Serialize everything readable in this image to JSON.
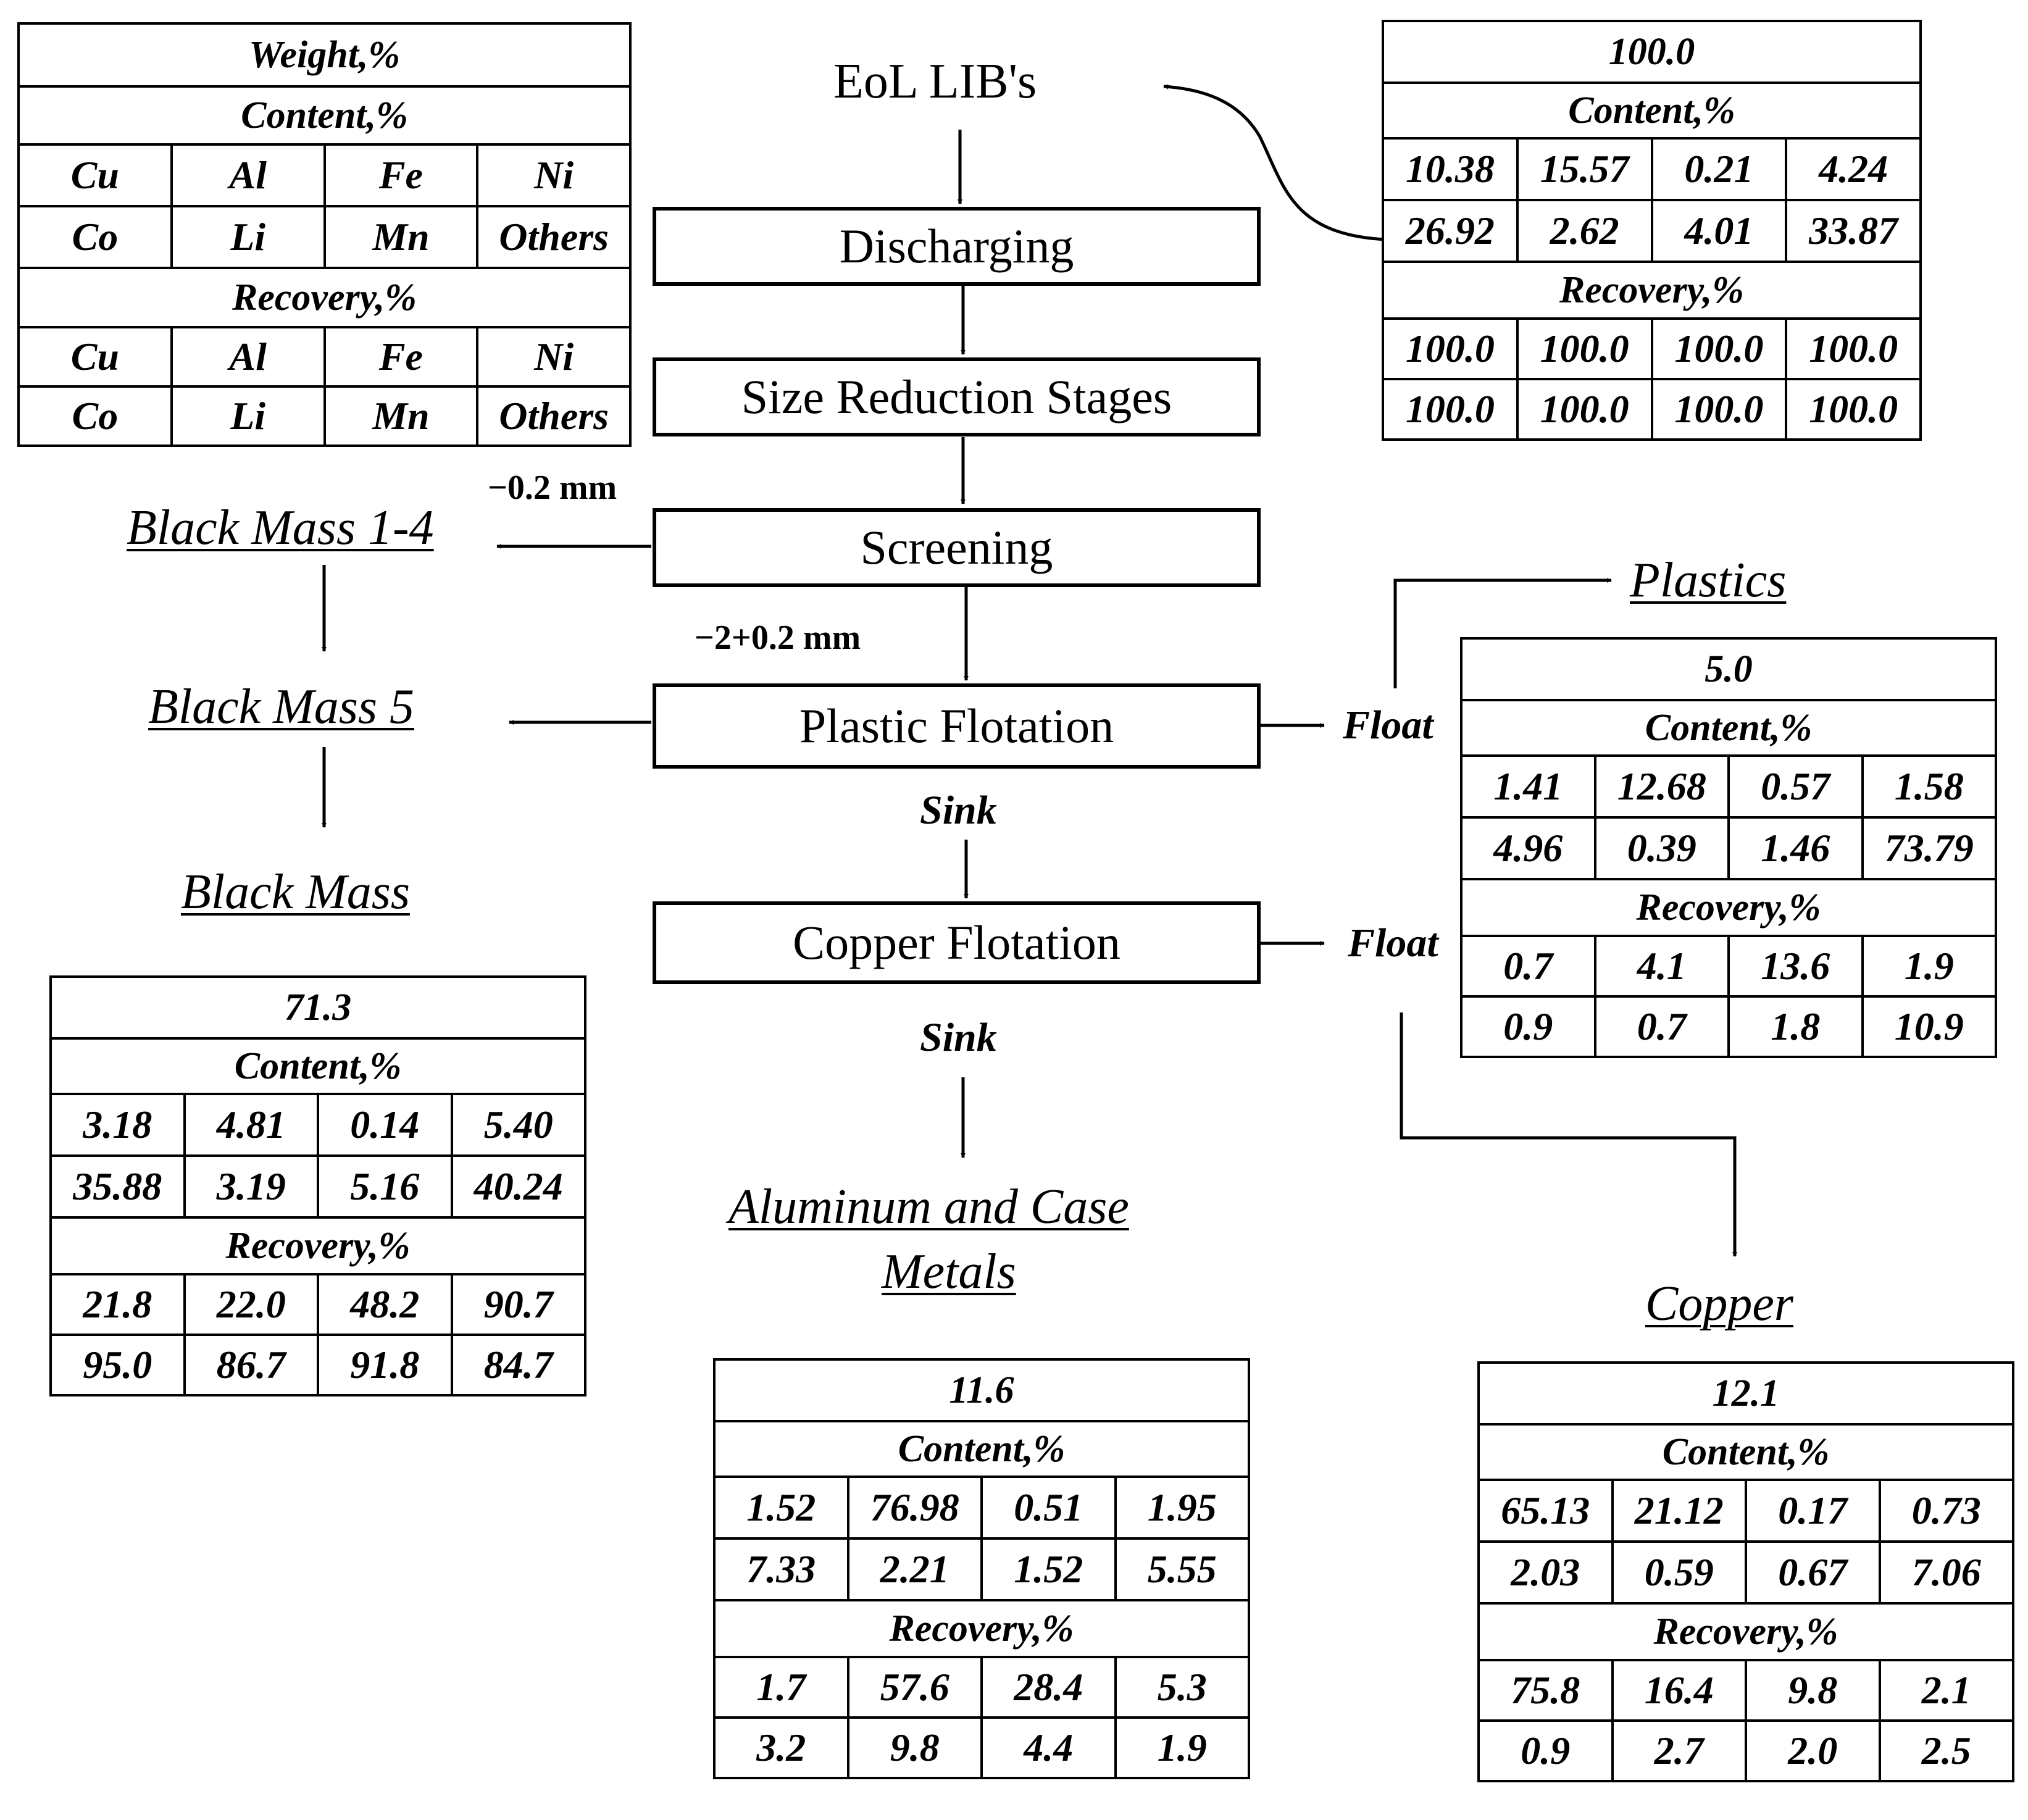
{
  "flow": {
    "source": "EoL LIB's",
    "steps": [
      "Discharging",
      "Size Reduction Stages",
      "Screening",
      "Plastic Flotation",
      "Copper Flotation"
    ],
    "screen_fine": "−0.2 mm",
    "screen_coarse": "−2+0.2 mm",
    "float_label": "Float",
    "sink_label": "Sink",
    "products": {
      "black_mass_1_4": "Black Mass 1-4",
      "black_mass_5": "Black Mass 5",
      "black_mass": "Black Mass",
      "plastics": "Plastics",
      "aluminum_line1": "Aluminum and Case",
      "aluminum_line2": "Metals",
      "copper": "Copper"
    }
  },
  "legend": {
    "weight_label": "Weight,%",
    "content_label": "Content,%",
    "recovery_label": "Recovery,%",
    "row1": [
      "Cu",
      "Al",
      "Fe",
      "Ni"
    ],
    "row2": [
      "Co",
      "Li",
      "Mn",
      "Others"
    ]
  },
  "tables": {
    "feed": {
      "weight": "100.0",
      "content": [
        [
          "10.38",
          "15.57",
          "0.21",
          "4.24"
        ],
        [
          "26.92",
          "2.62",
          "4.01",
          "33.87"
        ]
      ],
      "recovery": [
        [
          "100.0",
          "100.0",
          "100.0",
          "100.0"
        ],
        [
          "100.0",
          "100.0",
          "100.0",
          "100.0"
        ]
      ]
    },
    "plastics": {
      "weight": "5.0",
      "content": [
        [
          "1.41",
          "12.68",
          "0.57",
          "1.58"
        ],
        [
          "4.96",
          "0.39",
          "1.46",
          "73.79"
        ]
      ],
      "recovery": [
        [
          "0.7",
          "4.1",
          "13.6",
          "1.9"
        ],
        [
          "0.9",
          "0.7",
          "1.8",
          "10.9"
        ]
      ]
    },
    "black_mass": {
      "weight": "71.3",
      "content": [
        [
          "3.18",
          "4.81",
          "0.14",
          "5.40"
        ],
        [
          "35.88",
          "3.19",
          "5.16",
          "40.24"
        ]
      ],
      "recovery": [
        [
          "21.8",
          "22.0",
          "48.2",
          "90.7"
        ],
        [
          "95.0",
          "86.7",
          "91.8",
          "84.7"
        ]
      ]
    },
    "aluminum": {
      "weight": "11.6",
      "content": [
        [
          "1.52",
          "76.98",
          "0.51",
          "1.95"
        ],
        [
          "7.33",
          "2.21",
          "1.52",
          "5.55"
        ]
      ],
      "recovery": [
        [
          "1.7",
          "57.6",
          "28.4",
          "5.3"
        ],
        [
          "3.2",
          "9.8",
          "4.4",
          "1.9"
        ]
      ]
    },
    "copper": {
      "weight": "12.1",
      "content": [
        [
          "65.13",
          "21.12",
          "0.17",
          "0.73"
        ],
        [
          "2.03",
          "0.59",
          "0.67",
          "7.06"
        ]
      ],
      "recovery": [
        [
          "75.8",
          "16.4",
          "9.8",
          "2.1"
        ],
        [
          "0.9",
          "2.7",
          "2.0",
          "2.5"
        ]
      ]
    }
  }
}
